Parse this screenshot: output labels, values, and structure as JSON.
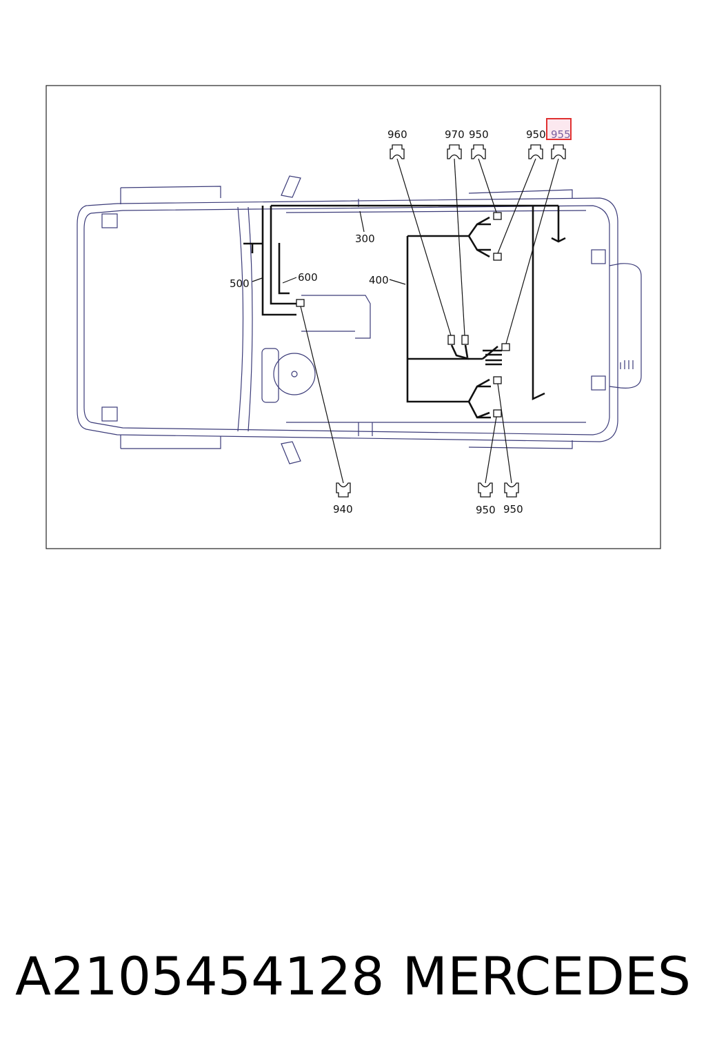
{
  "diagram": {
    "harness_labels": {
      "h300": "300",
      "h400": "400",
      "h500": "500",
      "h600": "600"
    },
    "connectors": {
      "c960": "960",
      "c970": "970",
      "c950_top_a": "950",
      "c950_top_b": "950",
      "c955": "955",
      "c940": "940",
      "c950_bot_a": "950",
      "c950_bot_b": "950"
    },
    "highlighted_connector": "955",
    "highlight_color": "#e03030",
    "body_outline_color": "#3a3a78"
  },
  "footer": {
    "part_number": "A2105454128",
    "brand": "MERCEDES"
  }
}
